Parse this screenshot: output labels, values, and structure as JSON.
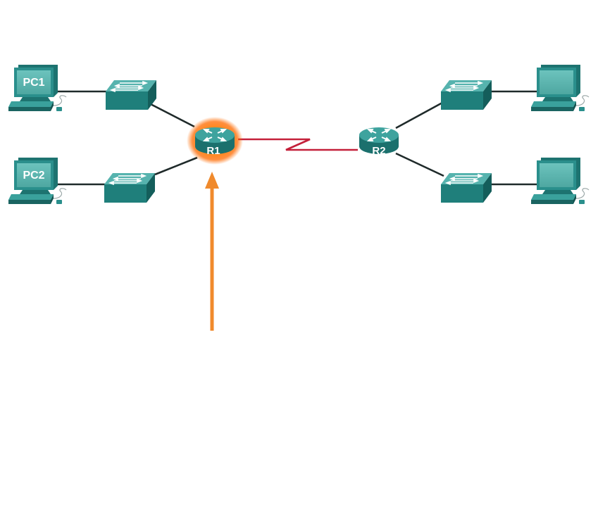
{
  "diagram": {
    "colors": {
      "device_teal": "#2a8f8c",
      "device_light": "#5fb8b3",
      "device_dark": "#14615e",
      "ethernet_link": "#1f2a2a",
      "serial_link": "#c4203a",
      "highlight_glow": "#ff7a1a",
      "arrow": "#f08a2c"
    },
    "pcs": {
      "pc1": {
        "label": "PC1",
        "icon": "computer-icon"
      },
      "pc2": {
        "label": "PC2",
        "icon": "computer-icon"
      },
      "pc3": {
        "label": "",
        "icon": "computer-icon"
      },
      "pc4": {
        "label": "",
        "icon": "computer-icon"
      }
    },
    "switches": {
      "s1": {
        "icon": "switch-icon"
      },
      "s2": {
        "icon": "switch-icon"
      },
      "s3": {
        "icon": "switch-icon"
      },
      "s4": {
        "icon": "switch-icon"
      }
    },
    "routers": {
      "r1": {
        "label": "R1",
        "icon": "router-icon",
        "highlighted": true
      },
      "r2": {
        "label": "R2",
        "icon": "router-icon",
        "highlighted": false
      }
    },
    "links": {
      "serial": {
        "type": "serial",
        "icon": "serial-link-icon"
      }
    },
    "pointer": {
      "icon": "arrow-up-icon",
      "target": "R1"
    }
  }
}
